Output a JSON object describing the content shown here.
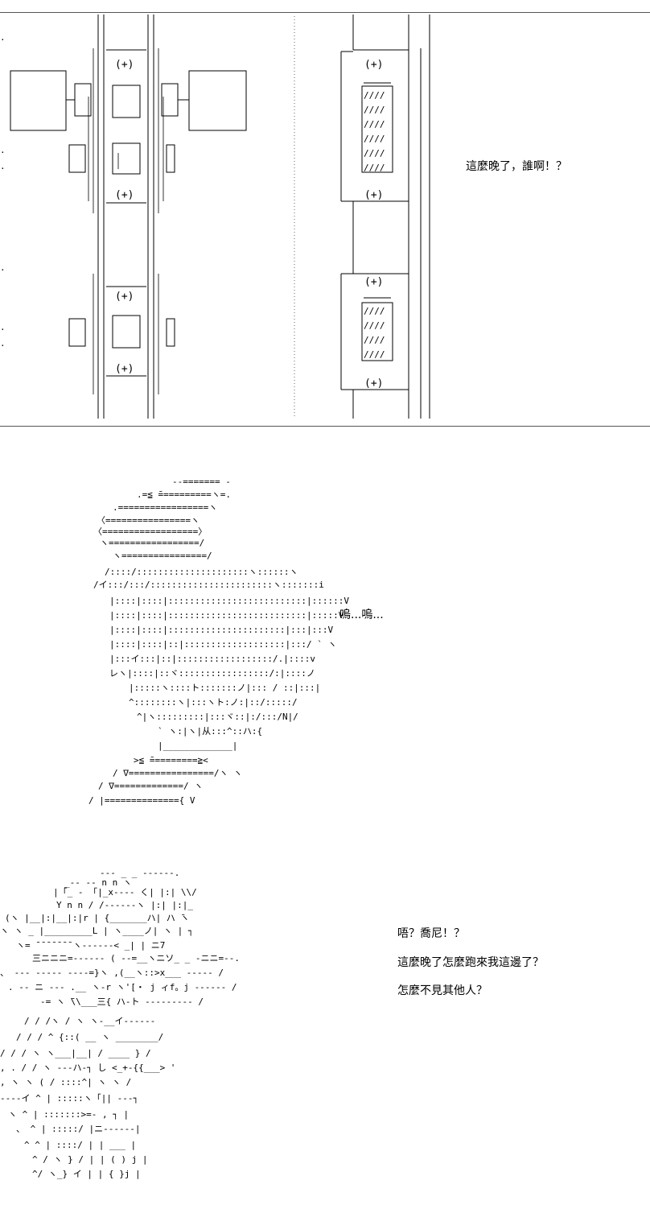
{
  "panel1": {
    "plus_labels": [
      "(+)",
      "(+)",
      "(+)",
      "(+)",
      "(+)",
      "(+)",
      "(+)",
      "(+)"
    ],
    "dialog": "這麼晚了，誰啊！？"
  },
  "panel2": {
    "dialog": "嗚...嗚..."
  },
  "panel3": {
    "dialog_lines": [
      "唔？喬尼！？",
      "這麼晚了怎麼跑來我這邊了？",
      "怎麼不見其他人？"
    ]
  }
}
